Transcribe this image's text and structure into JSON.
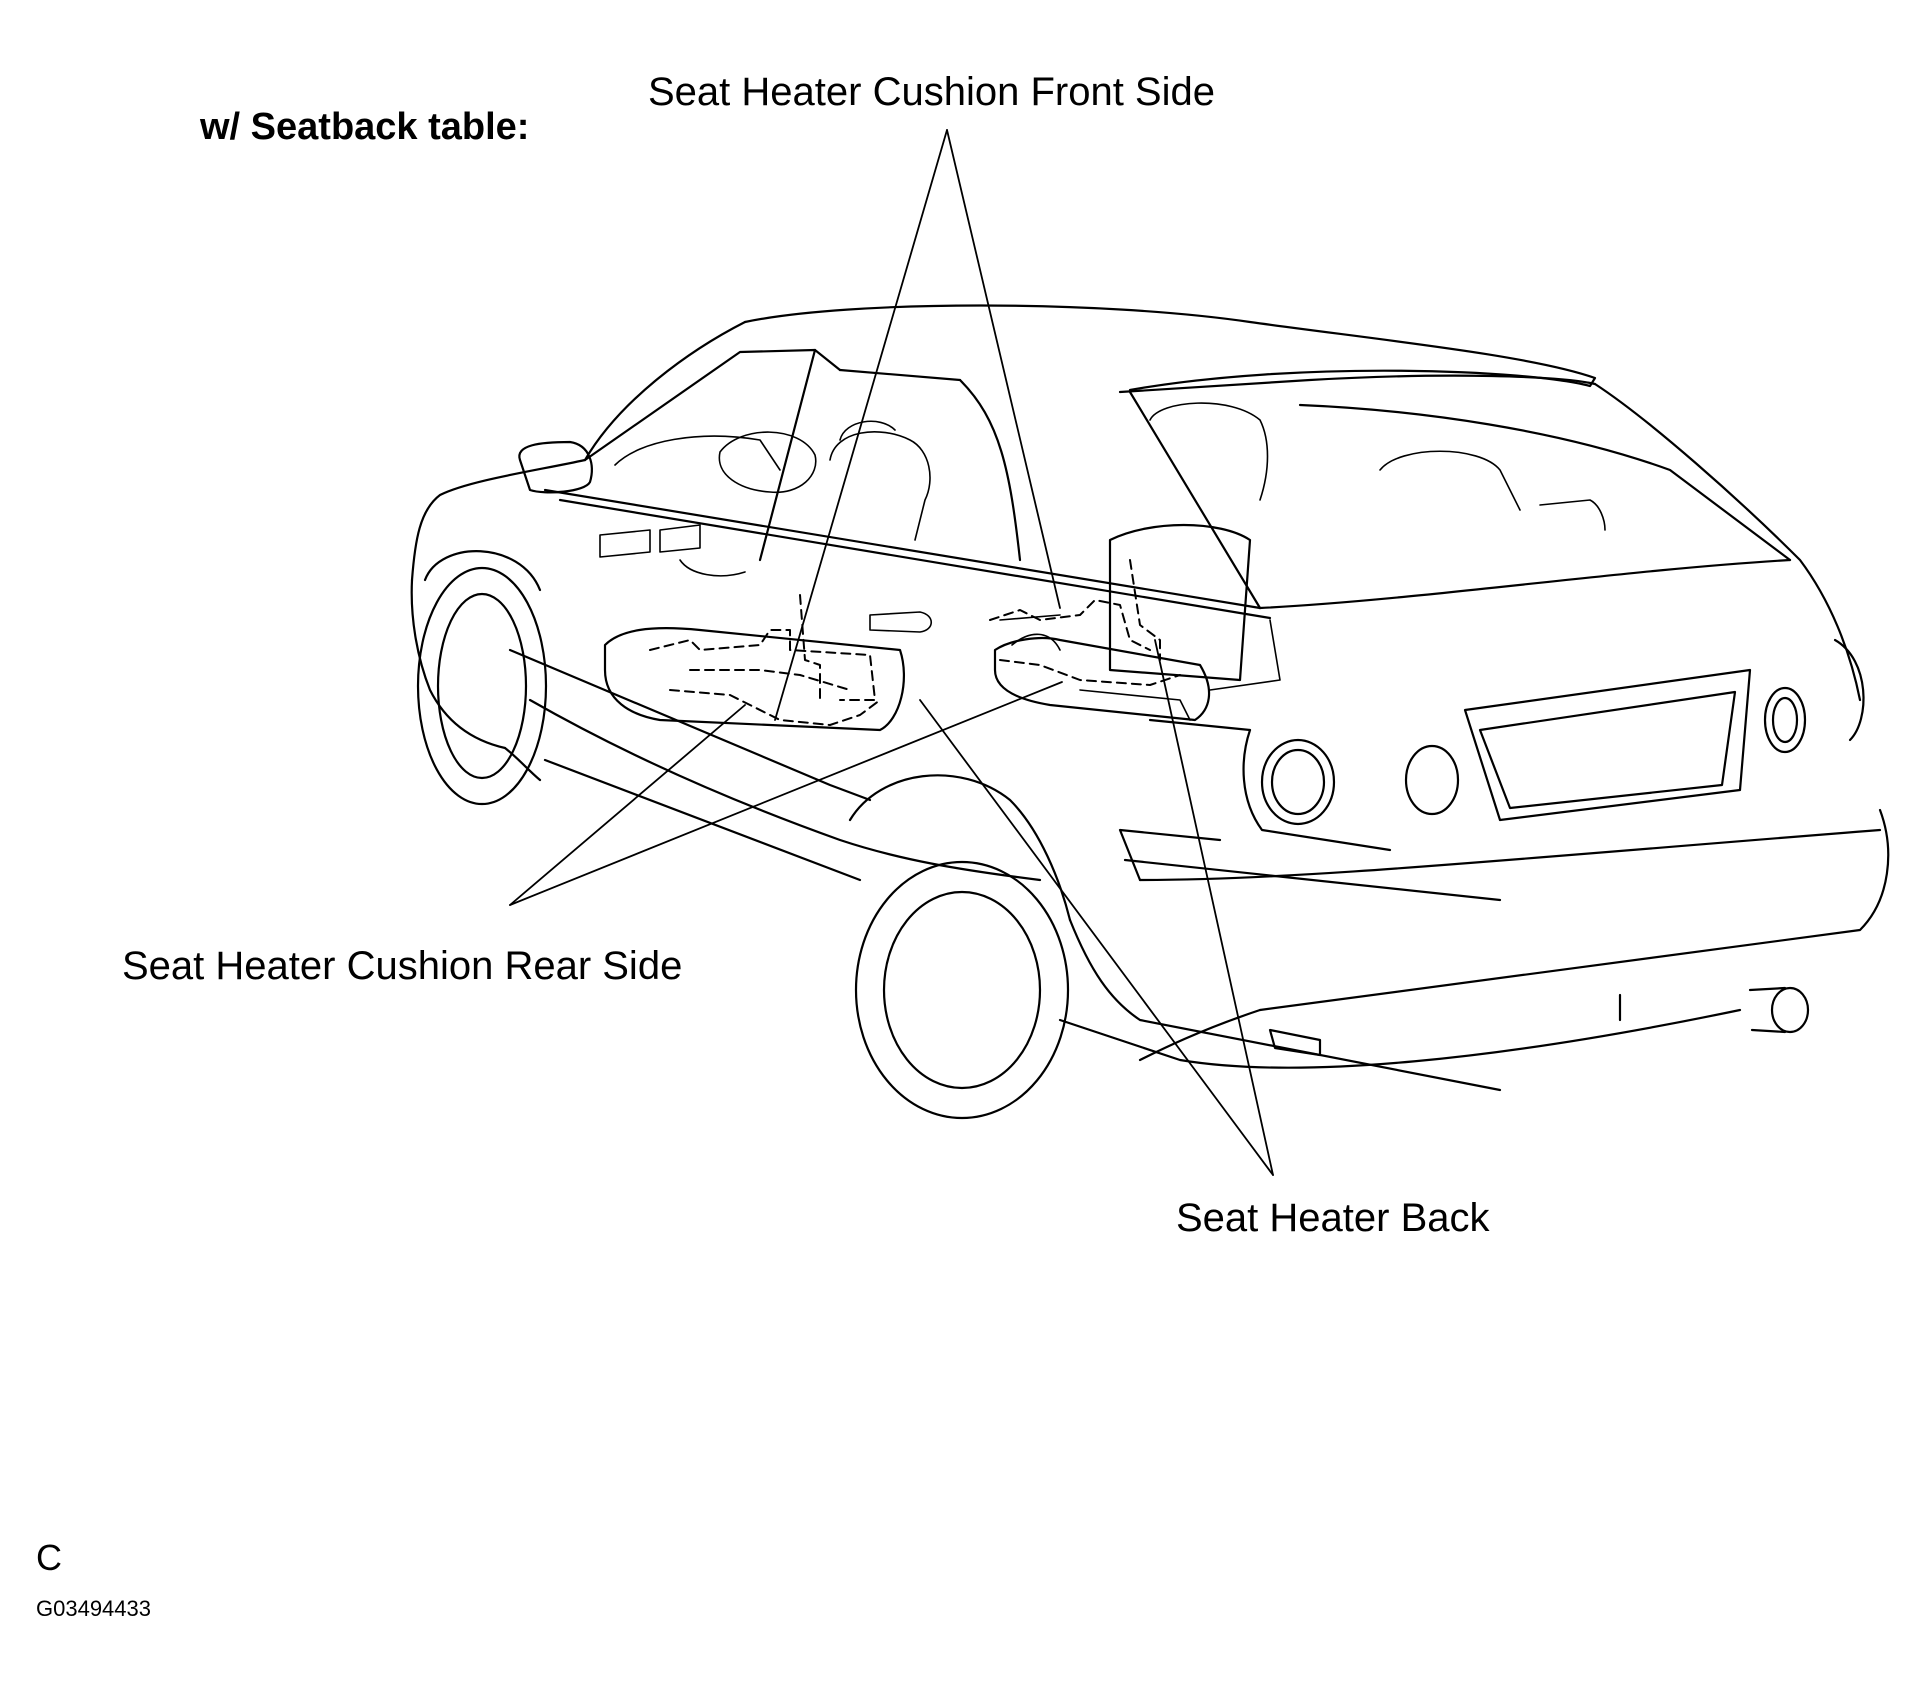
{
  "heading": "w/ Seatback table:",
  "callouts": {
    "cushion_front": "Seat Heater Cushion Front Side",
    "cushion_rear": "Seat Heater Cushion Rear Side",
    "back": "Seat Heater Back"
  },
  "section_letter": "C",
  "figure_code": "G03494433"
}
